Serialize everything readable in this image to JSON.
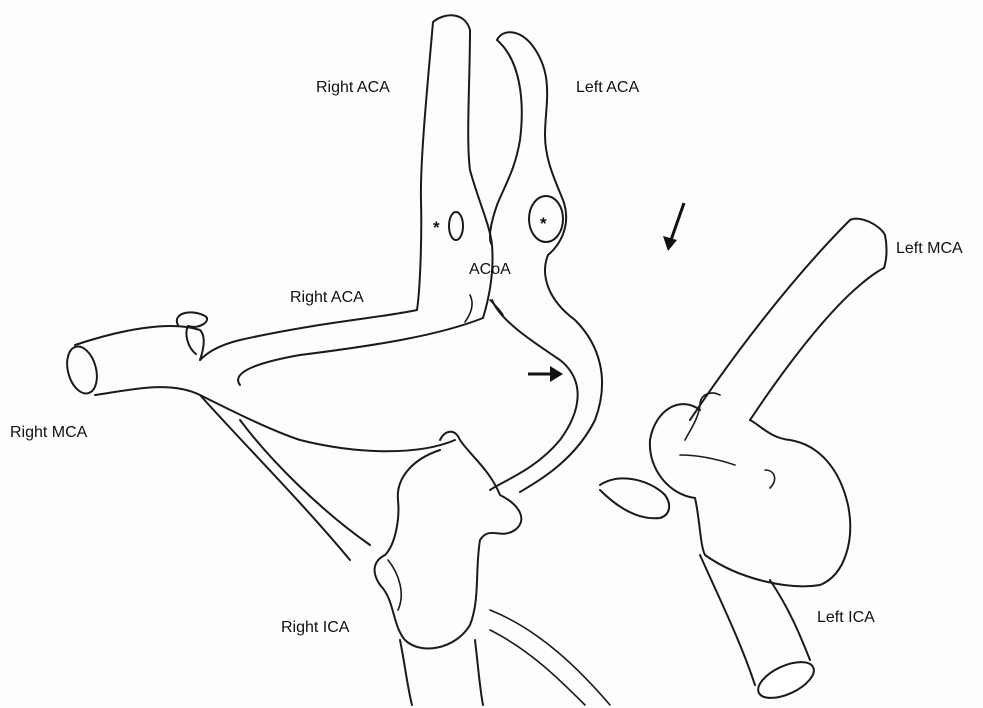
{
  "labels": {
    "right_aca_top": "Right ACA",
    "left_aca": "Left ACA",
    "acoa": "ACoA",
    "right_aca_mid": "Right ACA",
    "right_mca": "Right MCA",
    "right_ica": "Right ICA",
    "left_mca": "Left MCA",
    "left_ica": "Left ICA"
  },
  "markers": {
    "asterisk_right": "*",
    "asterisk_left": "*"
  }
}
